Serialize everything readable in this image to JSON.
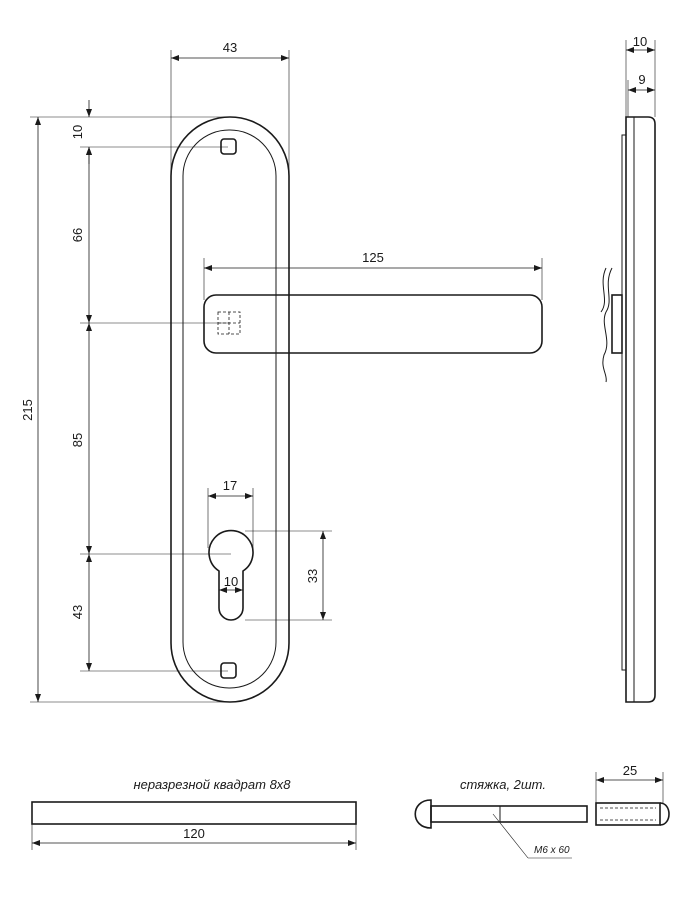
{
  "dimensions": {
    "plate_width": "43",
    "top_hole_offset": "10",
    "hole_to_spindle": "66",
    "spindle_to_cylinder": "85",
    "cylinder_to_hole": "43",
    "total_height": "215",
    "lever_length": "125",
    "cylinder_width": "17",
    "cylinder_slot_width": "10",
    "cylinder_height": "33",
    "side_total_thickness": "10",
    "side_plate_thickness": "9",
    "spindle_length": "120",
    "bolt_sleeve_length": "25"
  },
  "captions": {
    "spindle": "неразрезной квадрат 8x8",
    "bolts": "стяжка, 2шт.",
    "bolt_size": "M6 x 60"
  }
}
